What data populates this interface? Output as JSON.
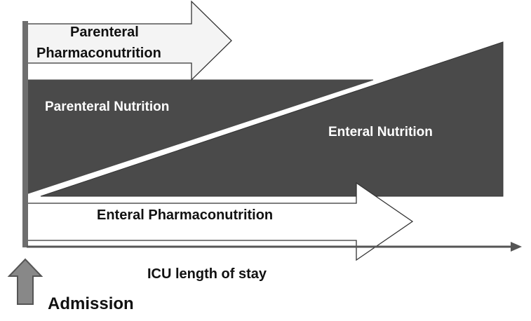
{
  "diagram": {
    "labels": {
      "parenteral_pharmaconutrition_line1": "Parenteral",
      "parenteral_pharmaconutrition_line2": "Pharmaconutrition",
      "parenteral_nutrition": "Parenteral Nutrition",
      "enteral_nutrition": "Enteral Nutrition",
      "enteral_pharmaconutrition": "Enteral Pharmaconutrition",
      "axis_label": "ICU length of stay",
      "admission": "Admission"
    },
    "colors": {
      "dark_fill": "#4a4a4a",
      "light_arrow_fill": "#f4f4f4",
      "white_arrow_fill": "#ffffff",
      "outline": "#333333",
      "axis": "#555555",
      "admission_arrow_fill": "#888888",
      "admission_arrow_stroke": "#555555"
    }
  }
}
